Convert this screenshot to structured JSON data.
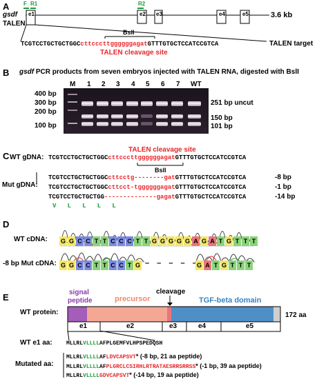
{
  "panelA": {
    "label": "A",
    "gene": "gsdf",
    "talen": "TALEN",
    "size": "3.6 kb",
    "primers": [
      "F",
      "R1",
      "R2"
    ],
    "exons": [
      "e1",
      "e2",
      "e3",
      "e4",
      "e5"
    ],
    "site": "BslI",
    "seq_left": "TCGTCCTGCTGCTGGC",
    "seq_red": "cttcccttggggggagat",
    "seq_right": "GTTTGTGCTCCATCCGTCA",
    "cleavage_label": "TALEN cleavage site",
    "target_label": "TALEN target"
  },
  "panelB": {
    "label": "B",
    "title_italic": "gsdf",
    "title_rest": " PCR products from seven embryos injected with TALEN RNA, digested with BslI",
    "lanes": [
      "M",
      "1",
      "2",
      "3",
      "4",
      "5",
      "6",
      "7",
      "WT"
    ],
    "ladder": [
      "400 bp",
      "300 bp",
      "200 bp",
      "100 bp"
    ],
    "bands": [
      "251 bp uncut",
      "150 bp",
      "101 bp"
    ]
  },
  "panelC": {
    "label": "C",
    "cleavage_label": "TALEN cleavage site",
    "site": "BslI",
    "wt_label": "WT gDNA:",
    "wt_left": "TCGTCCTGCTGCTGGC",
    "wt_red": "cttcccttggggggagat",
    "wt_right": "GTTTGTGCTCCATCCGTCA",
    "mut_label": "Mut gDNA:",
    "mutants": [
      {
        "left": "TCGTCCTGCTGCTGGC",
        "red": "cttcctg--------gat",
        "right": "GTTTGTGCTCCATCCGTCA",
        "note": "-8 bp"
      },
      {
        "left": "TCGTCCTGCTGCTGGC",
        "red": "cttcct-tggggggagat",
        "right": "GTTTGTGCTCCATCCGTCA",
        "note": "-1 bp"
      },
      {
        "left": "TCGTCCTGCTGCTGG",
        "red": "--------------gagat",
        "right": "GTTTGTGCTCCATCCGTCA",
        "note": "-14 bp"
      }
    ],
    "aa": "V   L   L   L   L"
  },
  "panelD": {
    "label": "D",
    "wt_label": "WT cDNA:",
    "mut_label": "-8 bp Mut cDNA:",
    "wt_bases": [
      "G",
      "G",
      "C",
      "C",
      "T",
      "T",
      "C",
      "C",
      "C",
      "T",
      "T",
      "G",
      "G",
      "G",
      "G",
      "G",
      "A",
      "G",
      "A",
      "T",
      "G",
      "T",
      "T",
      "T"
    ],
    "mut_left": [
      "G",
      "G",
      "C",
      "C",
      "T",
      "T",
      "C",
      "C",
      "T",
      "G"
    ],
    "mut_right": [
      "G",
      "A",
      "T",
      "G",
      "T",
      "T",
      "T"
    ],
    "colors": {
      "A": "#e8767a",
      "C": "#7c8be0",
      "G": "#f2e66a",
      "T": "#8ad37a"
    }
  },
  "panelE": {
    "label": "E",
    "signal": "signal",
    "peptide": "peptide",
    "precursor": "precursor",
    "cleavage": "cleavage",
    "domain": "TGF-beta domain",
    "wt_protein": "WT protein:",
    "length": "172 aa",
    "exons": [
      "e1",
      "e2",
      "e3",
      "e4",
      "e5"
    ],
    "wt_e1_label": "WT e1 aa:",
    "wt_e1": {
      "a": "MLLRL",
      "g": "VLLLL",
      "b": "AFPLGEMFVLHPSPEDQSH"
    },
    "mut_label": "Mutated aa:",
    "mutated": [
      {
        "a": "MLLRL",
        "g": "VLLLL",
        "b": "AF",
        "r": "LDVCAPSVT",
        "note": "* (-8 bp, 21 aa peptide)"
      },
      {
        "a": "MLLRL",
        "g": "VLLLL",
        "b": "AF",
        "r": "PLGRCLCSIRHLRTRATAESRRSRRSS",
        "note": "* (-1 bp, 39 aa peptide)"
      },
      {
        "a": "MLLRL",
        "g": "VLLLL",
        "b": "",
        "r": "GDVCAPSVT",
        "note": "* (-14 bp, 19 aa peptide)"
      }
    ]
  }
}
